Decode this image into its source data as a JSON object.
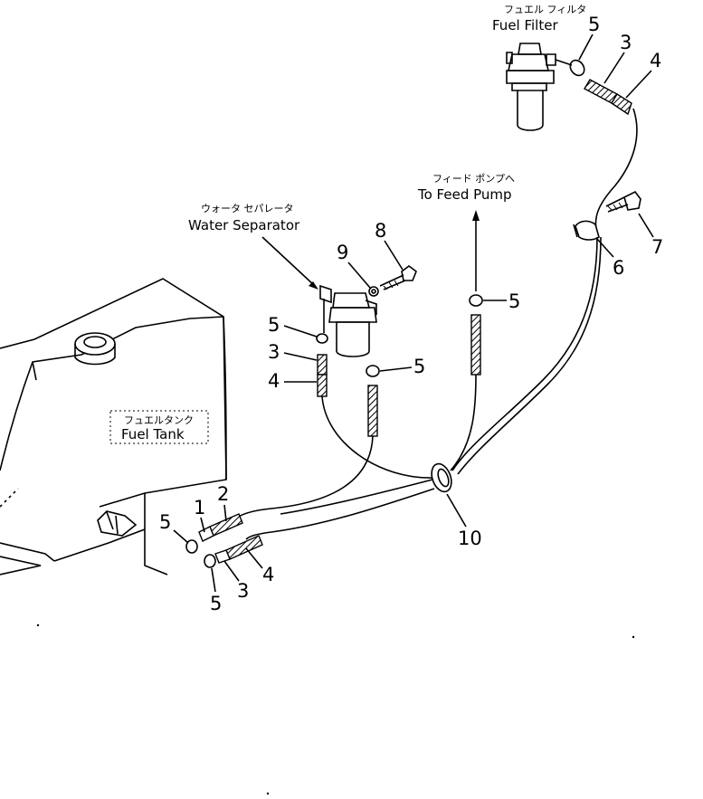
{
  "labels": {
    "fuel_filter": {
      "jp": "フュエル フィルタ",
      "en": "Fuel Filter"
    },
    "feed_pump": {
      "jp": "フィード ポンプへ",
      "en": "To Feed Pump"
    },
    "water_separator": {
      "jp": "ウォータ セパレータ",
      "en": "Water Separator"
    },
    "fuel_tank": {
      "jp": "フュエルタンク",
      "en": "Fuel Tank"
    }
  },
  "part_numbers": {
    "filter_clamp": "5",
    "filter_hose_inner": "3",
    "filter_hose_outer": "4",
    "bolt_right": "7",
    "clip": "6",
    "bolt_top": "8",
    "washer": "9",
    "sep_clamp_upper": "5",
    "sep_hose_3": "3",
    "sep_hose_4": "4",
    "sep_clamp_right": "5",
    "pump_clamp": "5",
    "grommet": "10",
    "tank_hose_1": "1",
    "tank_hose_2": "2",
    "tank_clamp_upper": "5",
    "tank_hose_4": "4",
    "tank_hose_3": "3",
    "tank_clamp_lower": "5"
  }
}
